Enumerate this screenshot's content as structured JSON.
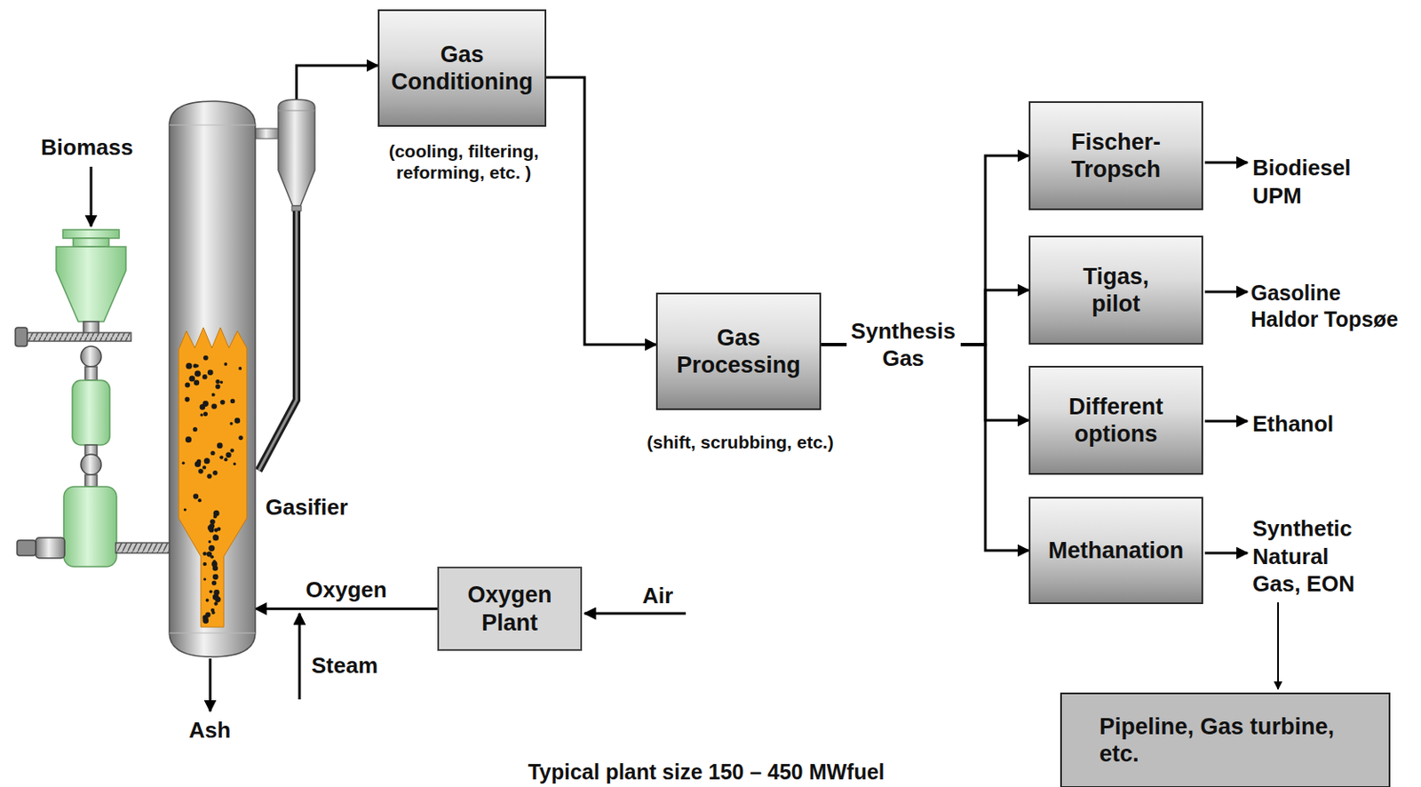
{
  "diagram": {
    "caption": "Typical plant size 150 – 450 MWfuel",
    "nodes": [
      {
        "text": [
          "Gasifier"
        ]
      },
      {
        "text": [
          "Gas Conditioning",
          "(cooling, filtering, reforming, etc. )"
        ]
      },
      {
        "text": [
          "Gas Processing",
          "(shift, scrubbing, etc.)"
        ]
      },
      {
        "text": [
          "Fischer- Tropsch"
        ]
      },
      {
        "text": [
          "Tigas, pilot"
        ]
      },
      {
        "text": [
          "Different options"
        ]
      },
      {
        "text": [
          "Methanation"
        ]
      },
      {
        "text": [
          "Oxygen Plant"
        ]
      },
      {
        "text": [
          "Pipeline, Gas turbine, etc."
        ]
      }
    ],
    "edges": [
      {
        "from": 0,
        "to": 1,
        "arrow": "to"
      },
      {
        "from": 1,
        "to": 2,
        "arrow": "to"
      },
      {
        "from": 2,
        "to": 3,
        "label": "Synthesis Gas",
        "arrow": "to"
      },
      {
        "from": 2,
        "to": 4,
        "arrow": "to"
      },
      {
        "from": 2,
        "to": 5,
        "arrow": "to"
      },
      {
        "from": 2,
        "to": 6,
        "arrow": "to"
      },
      {
        "from": 7,
        "to": 0,
        "label": "Oxygen",
        "arrow": "to"
      }
    ],
    "labels": [
      "Biomass",
      "Steam",
      "Air",
      "Ash",
      "Biodiesel UPM",
      "Gasoline Haldor Topsøe",
      "Ethanol",
      "Synthetic Natural Gas, EON"
    ]
  }
}
